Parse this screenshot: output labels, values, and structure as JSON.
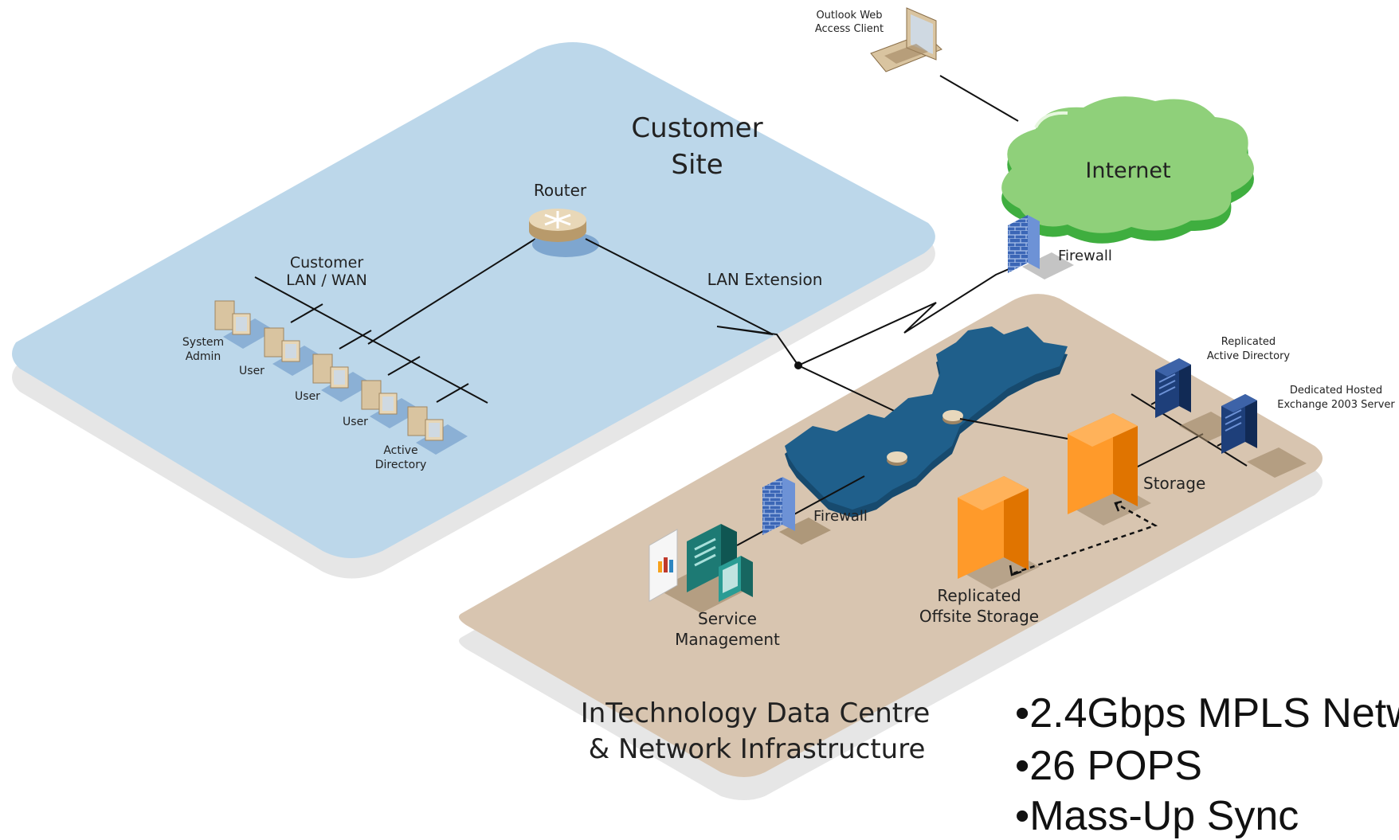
{
  "labels": {
    "owa": [
      "Outlook Web",
      "Access Client"
    ],
    "internet": "Internet",
    "customer_site": [
      "Customer",
      "Site"
    ],
    "router": "Router",
    "customer_lan": [
      "Customer",
      "LAN / WAN"
    ],
    "lan_extension": "LAN Extension",
    "firewall_top": "Firewall",
    "system_admin": [
      "System",
      "Admin"
    ],
    "user_1": "User",
    "user_2": "User",
    "user_3": "User",
    "active_directory": [
      "Active",
      "Directory"
    ],
    "replicated_ad": [
      "Replicated",
      "Active Directory"
    ],
    "dedicated_exchange": [
      "Dedicated Hosted",
      "Exchange 2003 Server"
    ],
    "storage": "Storage",
    "firewall_bottom": "Firewall",
    "replicated_storage": [
      "Replicated",
      "Offsite Storage"
    ],
    "service_mgmt": [
      "Service",
      "Management"
    ],
    "datacentre": [
      "InTechnology Data Centre",
      "& Network Infrastructure"
    ]
  },
  "bullets": [
    "•2.4Gbps MPLS Netw",
    "•26 POPS",
    "•Mass-Up Sync"
  ],
  "colors": {
    "customer_platform": "#bcd7ea",
    "datacentre_platform": "#d8c5b0",
    "cloud": "#8fd07a",
    "cloud_edge": "#3fae3f",
    "map": "#1f5f8b",
    "storage": "#ff8c1a",
    "firewall": "#3a66b5",
    "server_blue": "#1e3f7a",
    "server_teal": "#1d7a74",
    "computer_beige": "#d9c4a0"
  }
}
